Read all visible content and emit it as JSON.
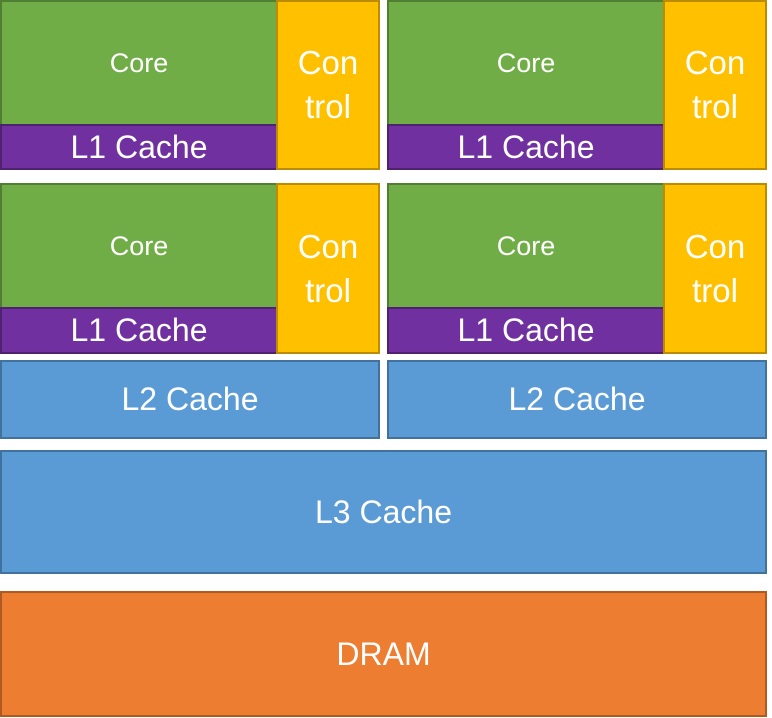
{
  "colors": {
    "core": "#70ad47",
    "l1_cache": "#7030a0",
    "control": "#ffc000",
    "l2_cache": "#5b9bd5",
    "l3_cache": "#5b9bd5",
    "dram": "#ed7d31"
  },
  "blocks": {
    "core_label": "Core",
    "l1_label": "L1 Cache",
    "control_line1": "Con",
    "control_line2": "trol",
    "l2_label": "L2 Cache",
    "l3_label": "L3 Cache",
    "dram_label": "DRAM"
  }
}
